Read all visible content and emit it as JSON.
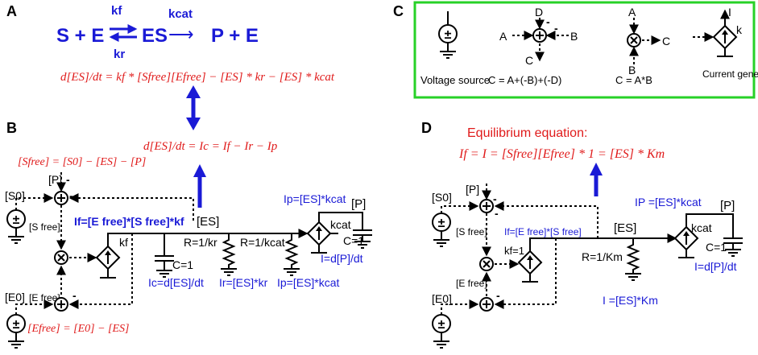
{
  "panels": {
    "a": "A",
    "b": "B",
    "c": "C",
    "d": "D"
  },
  "colors": {
    "blue": "#1a1ad6",
    "red": "#e01b1b",
    "green_box": "#27d127"
  },
  "panel_a": {
    "reaction_left": "S + E",
    "kf": "kf",
    "kr": "kr",
    "es": "ES",
    "kcat": "kcat",
    "arrow": "⟶",
    "product": "P + E",
    "ode": "d[ES]/dt = kf * [Sfree][Efree] − [ES] * kr − [ES] * kcat"
  },
  "middle": {
    "current_eq": "d[ES]/dt = Ic = If − Ir − Ip"
  },
  "panel_b": {
    "sfree_eq": "[Sfree] = [S0] − [ES] − [P]",
    "efree_eq": "[Efree] = [E0] − [ES]",
    "p_label": "[P]",
    "s0": "[S0]",
    "e0": "[E0]",
    "sfree": "[S free]",
    "efree": "[E free]",
    "if_eq": "If=[E free]*[S free]*kf",
    "kf": "kf",
    "es_node": "[ES]",
    "r1": "R=1/kr",
    "r2": "R=1/kcat",
    "c1": "C=1",
    "ic_eq": "Ic=d[ES]/dt",
    "ir_eq": "Ir=[ES]*kr",
    "ip_eq": "Ip=[ES]*kcat",
    "ip_top": "Ip=[ES]*kcat",
    "p_node": "[P]",
    "kcat": "kcat",
    "c1b": "C=1",
    "idp": "I=d[P]/dt",
    "minus": "-"
  },
  "panel_c": {
    "voltage_source": "Voltage source",
    "sum_eq": "C = A+(-B)+(-D)",
    "mult_eq": "C = A*B",
    "current_gen": "Current generator",
    "a": "A",
    "b": "B",
    "c": "C",
    "d": "D",
    "i": "I",
    "k": "k",
    "minus": "-"
  },
  "panel_d": {
    "eq_title": "Equilibrium equation:",
    "eq": "If = I = [Sfree][Efree] * 1 = [ES] * Km",
    "p_label": "[P]",
    "s0": "[S0]",
    "e0": "[E0]",
    "sfree": "[S free]",
    "efree": "[E free]",
    "if_eq": "If=[E free]*[S free]",
    "kf1": "kf=1",
    "es_node": "[ES]",
    "rkm": "R=1/Km",
    "ikm": "I =[ES]*Km",
    "ip_top": "IP =[ES]*kcat",
    "p_node": "[P]",
    "kcat": "kcat",
    "c1": "C=1",
    "idp": "I=d[P]/dt",
    "minus": "-"
  }
}
